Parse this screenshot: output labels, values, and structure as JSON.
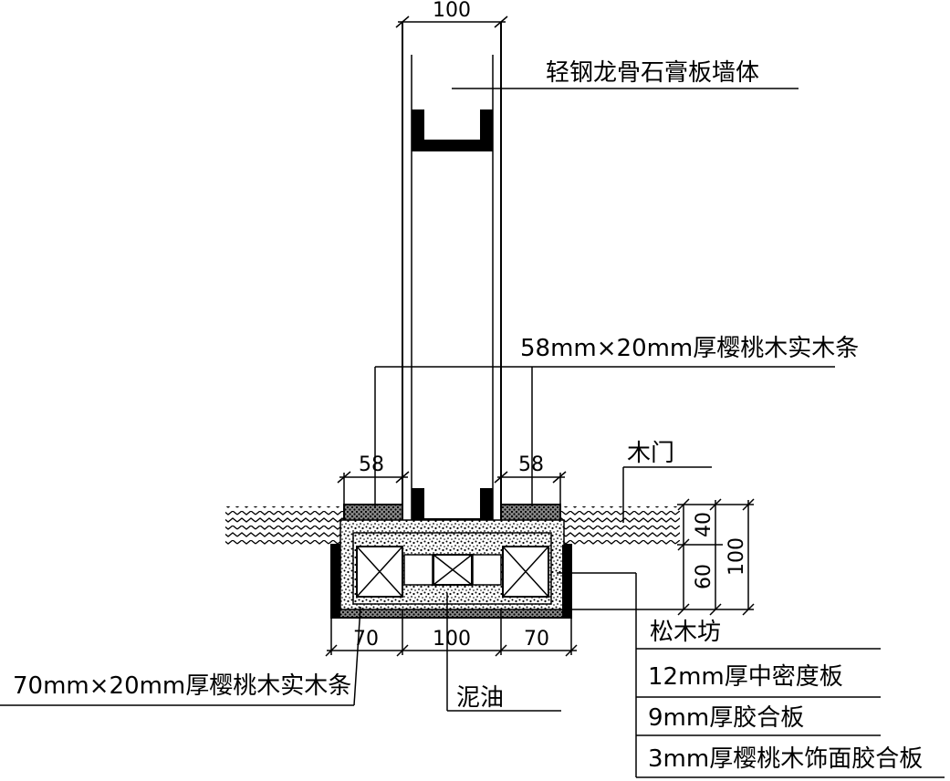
{
  "drawing": {
    "labels": {
      "wall": "轻钢龙骨石膏板墙体",
      "strip_58": "58mm×20mm厚樱桃木实木条",
      "door": "木门",
      "pine": "松木坊",
      "mdf": "12mm厚中密度板",
      "plywood": "9mm厚胶合板",
      "veneer": "3mm厚樱桃木饰面胶合板",
      "strip_70": "70mm×20mm厚樱桃木实木条",
      "putty": "泥油"
    },
    "dims": {
      "wall_width": "100",
      "left_58": "58",
      "right_58": "58",
      "h40": "40",
      "h60": "60",
      "h100": "100",
      "b70_left": "70",
      "b100": "100",
      "b70_right": "70"
    }
  }
}
